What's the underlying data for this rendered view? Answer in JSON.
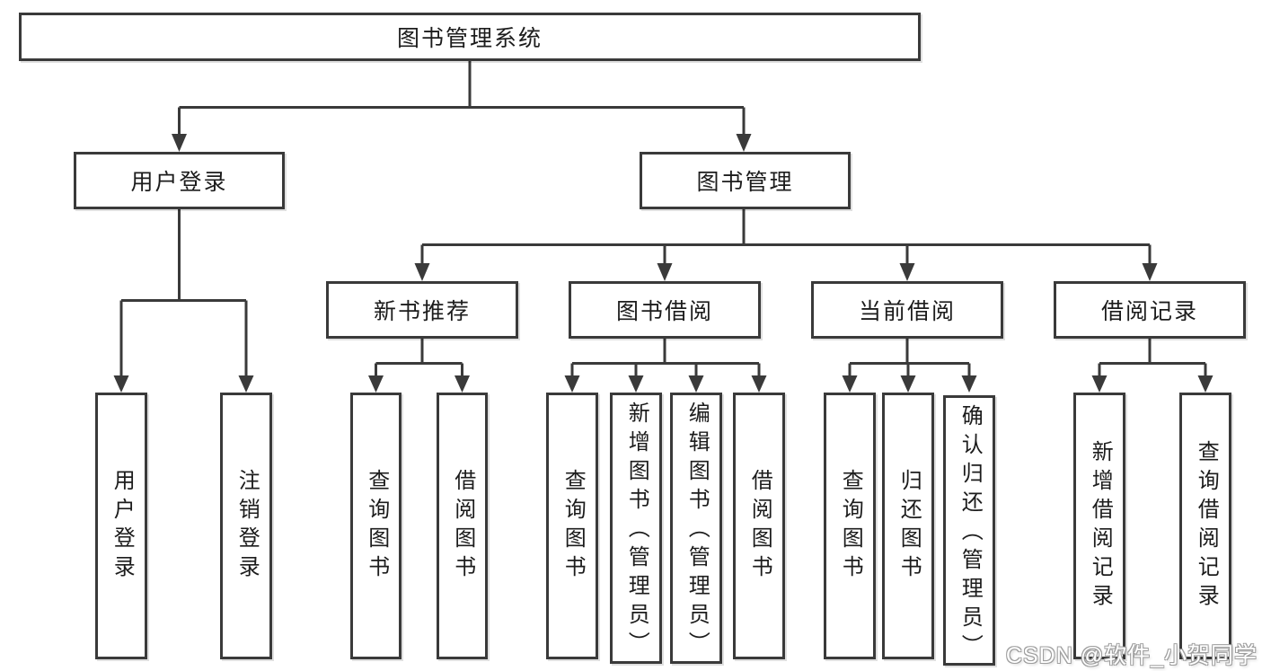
{
  "diagram_title": "图书管理系统",
  "tree": {
    "label": "图书管理系统",
    "children": [
      {
        "label": "用户登录",
        "children": [
          {
            "label": "用户登录"
          },
          {
            "label": "注销登录"
          }
        ]
      },
      {
        "label": "图书管理",
        "children": [
          {
            "label": "新书推荐",
            "children": [
              {
                "label": "查询图书"
              },
              {
                "label": "借阅图书"
              }
            ]
          },
          {
            "label": "图书借阅",
            "children": [
              {
                "label": "查询图书"
              },
              {
                "label": "新增图书（管理员）"
              },
              {
                "label": "编辑图书（管理员）"
              },
              {
                "label": "借阅图书"
              }
            ]
          },
          {
            "label": "当前借阅",
            "children": [
              {
                "label": "查询图书"
              },
              {
                "label": "归还图书"
              },
              {
                "label": "确认归还（管理员）"
              }
            ]
          },
          {
            "label": "借阅记录",
            "children": [
              {
                "label": "新增借阅记录"
              },
              {
                "label": "查询借阅记录"
              }
            ]
          }
        ]
      }
    ]
  },
  "watermark": {
    "text": "CSDN @软件_小贺同学"
  },
  "colors": {
    "line_color": "#3a3a3a",
    "text_color": "#1c1c1c",
    "wm_fill": "#ffffff",
    "wm_outline": "#9e9e9e"
  }
}
